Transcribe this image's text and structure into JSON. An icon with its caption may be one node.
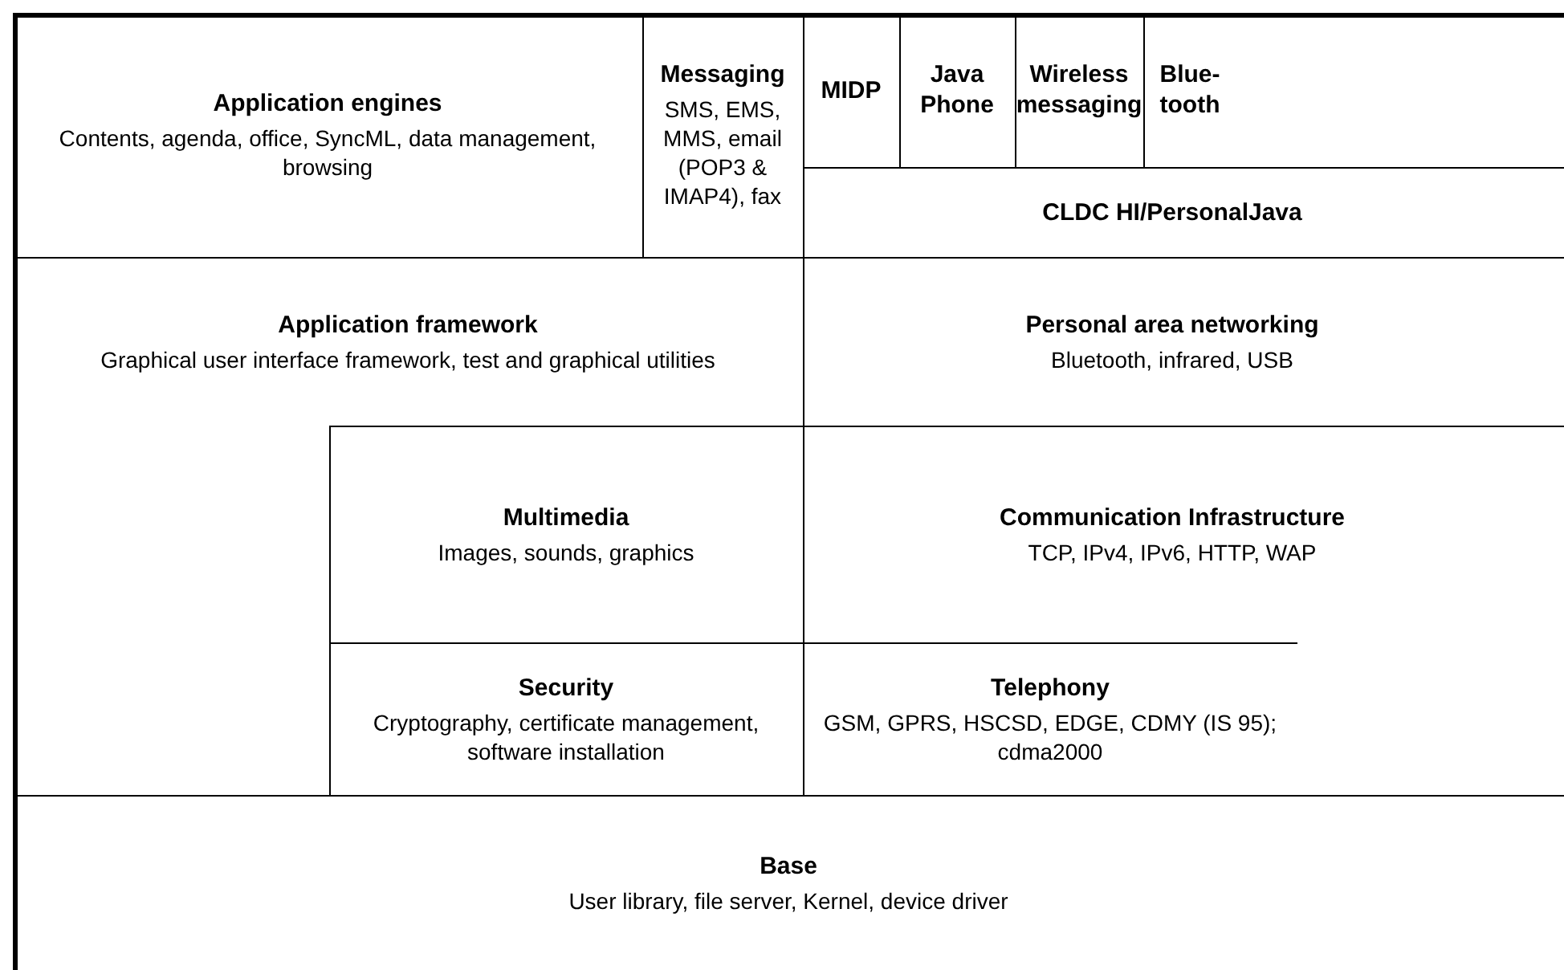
{
  "diagram": {
    "nodes": [
      {
        "text": [
          "Application engines",
          "Contents, agenda, office, SyncML, data management, browsing"
        ]
      },
      {
        "text": [
          "Messaging",
          "SMS, EMS, MMS, email (POP3 & IMAP4), fax"
        ]
      },
      {
        "text": [
          "MIDP"
        ]
      },
      {
        "text": [
          "Java Phone"
        ]
      },
      {
        "text": [
          "Wireless messaging"
        ]
      },
      {
        "text": [
          "Blue-tooth"
        ]
      },
      {
        "text": [
          "CLDC HI/PersonalJava"
        ]
      },
      {
        "text": [
          "Application framework",
          "Graphical user interface framework, test and graphical utilities"
        ]
      },
      {
        "text": [
          "Personal area networking",
          "Bluetooth, infrared, USB"
        ]
      },
      {
        "text": [
          "Multimedia",
          "Images, sounds, graphics"
        ]
      },
      {
        "text": [
          "Communication Infrastructure",
          "TCP, IPv4, IPv6, HTTP, WAP"
        ]
      },
      {
        "text": [
          "Security",
          "Cryptography, certificate management, software installation"
        ]
      },
      {
        "text": [
          "Telephony",
          "GSM, GPRS, HSCSD, EDGE, CDMY (IS 95); cdma2000"
        ]
      },
      {
        "text": [
          "Base",
          "User library, file server, Kernel, device driver"
        ]
      }
    ]
  }
}
